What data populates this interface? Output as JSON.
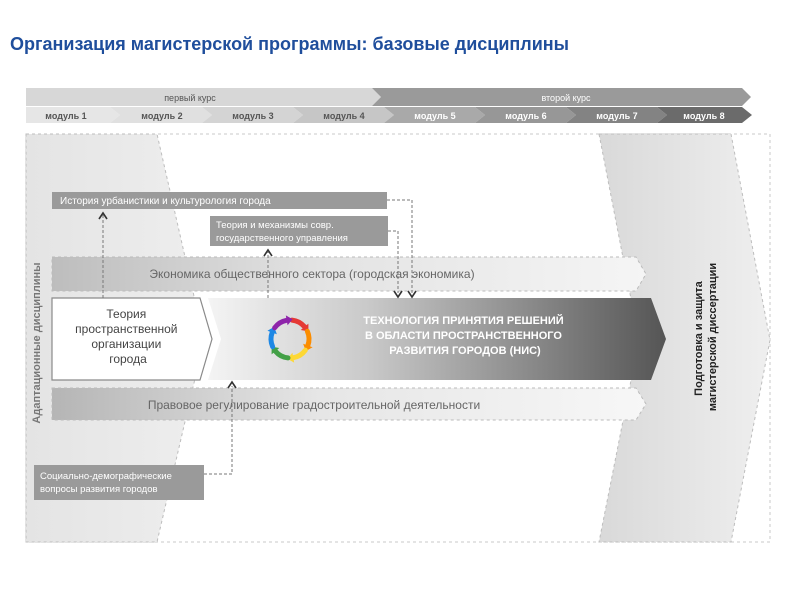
{
  "title": "Организация магистерской программы: базовые дисциплины",
  "timeline": {
    "year1": "первый курс",
    "year2": "второй курс",
    "modules": [
      "модуль 1",
      "модуль 2",
      "модуль 3",
      "модуль 4",
      "модуль 5",
      "модуль 6",
      "модуль 7",
      "модуль 8"
    ]
  },
  "adaptation_label": "Адаптационные дисциплины",
  "thesis_label": [
    "Подготовка и защита",
    "магистерской диссертации"
  ],
  "boxes": {
    "history": "История урбанистики и культурология города",
    "governance": [
      "Теория и механизмы совр.",
      "государственного управления"
    ],
    "economics": "Экономика общественного сектора (городская экономика)",
    "theory": [
      "Теория",
      "пространственной",
      "организации",
      "города"
    ],
    "legal": "Правовое регулирование градостроительной деятельности",
    "social": [
      "Социально-демографические",
      "вопросы развития городов"
    ]
  },
  "nis": [
    "ТЕХНОЛОГИЯ ПРИНЯТИЯ РЕШЕНИЙ",
    "В ОБЛАСТИ ПРОСТРАНСТВЕННОГО",
    "РАЗВИТИЯ ГОРОДОВ (НИС)"
  ],
  "colors": {
    "title": "#1f4e9c",
    "year1_bar": "#d7d7d7",
    "year2_bar": "#9a9a9a",
    "module_light": "#e6e6e6",
    "module_dark": "#6b6b6b",
    "box_dark": "#9a9a9a",
    "nis_dark": "#555555"
  },
  "cycle_colors": [
    "#e53935",
    "#fb8c00",
    "#fdd835",
    "#43a047",
    "#1e88e5",
    "#8e24aa"
  ]
}
